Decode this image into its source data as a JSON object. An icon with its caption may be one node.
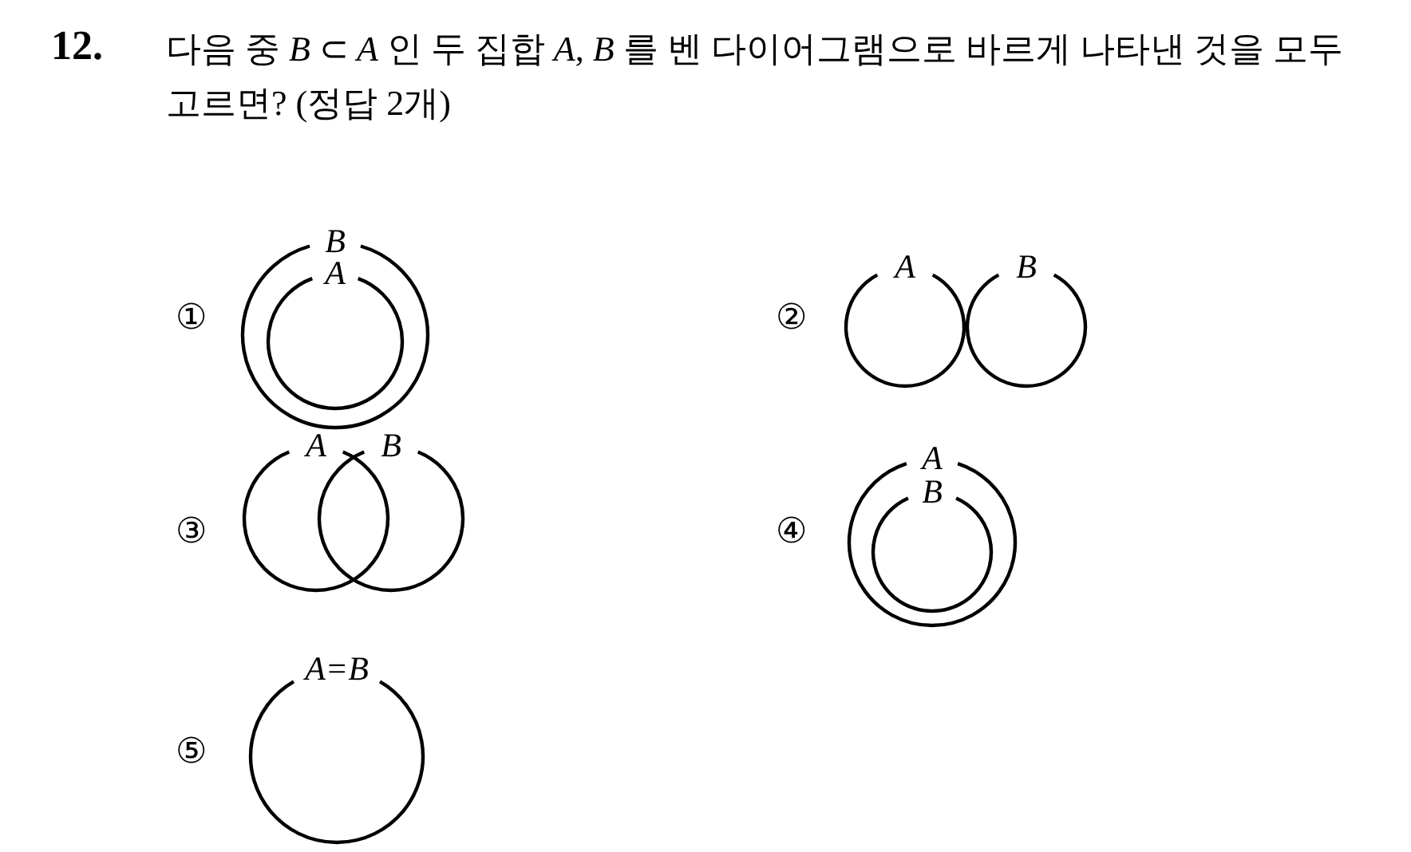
{
  "diagram": {
    "title": "다음 중 *B* ⊂ *A* 인 두 집합 *A*, *B* 를 벤 다이어그램으로 바르게 나타낸 것을 모두 고르면? (정답 2개)",
    "nodes": [
      {
        "text": [
          "B"
        ]
      },
      {
        "text": [
          "A"
        ],
        "in": 0
      },
      {
        "text": [
          "A"
        ]
      },
      {
        "text": [
          "B"
        ]
      },
      {
        "text": [
          "A"
        ]
      },
      {
        "text": [
          "B"
        ]
      },
      {
        "text": [
          "A"
        ]
      },
      {
        "text": [
          "B"
        ],
        "in": 6
      },
      {
        "text": [
          "A=B"
        ]
      }
    ],
    "edges": [],
    "labels": [
      "12.",
      "①",
      "②",
      "③",
      "④",
      "⑤"
    ]
  }
}
